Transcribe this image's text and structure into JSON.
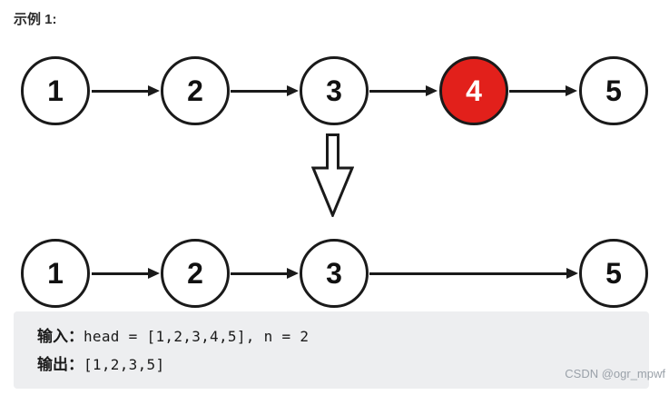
{
  "title": "示例 1:",
  "list_before": {
    "nodes": [
      {
        "label": "1",
        "highlighted": false
      },
      {
        "label": "2",
        "highlighted": false
      },
      {
        "label": "3",
        "highlighted": false
      },
      {
        "label": "4",
        "highlighted": true
      },
      {
        "label": "5",
        "highlighted": false
      }
    ]
  },
  "list_after": {
    "nodes": [
      {
        "label": "1"
      },
      {
        "label": "2"
      },
      {
        "label": "3"
      },
      {
        "label": "5"
      }
    ]
  },
  "example_box": {
    "input_label": "输入：",
    "input_value": "head = [1,2,3,4,5], n = 2",
    "output_label": "输出：",
    "output_value": "[1,2,3,5]"
  },
  "watermark": "CSDN @ogr_mpwf",
  "colors": {
    "node_stroke": "#1a1a1a",
    "node_fill": "#ffffff",
    "highlight_fill": "#e2201b",
    "highlight_text": "#ffffff",
    "box_bg": "#edeef0",
    "watermark_text": "#9aa1a9",
    "title_text": "#2a2a2a",
    "code_text": "#1a1a1a"
  }
}
